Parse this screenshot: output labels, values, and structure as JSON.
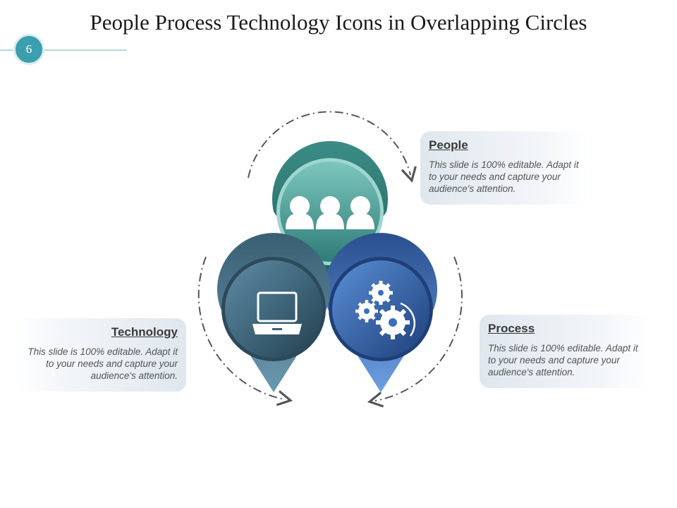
{
  "slide": {
    "title": "People Process Technology Icons in Overlapping Circles",
    "page_number": "6"
  },
  "nodes": {
    "people": {
      "title": "People",
      "text": "This slide is 100% editable. Adapt it to your needs and capture your audience's attention.",
      "icon": "people-group-icon"
    },
    "process": {
      "title": "Process",
      "text": "This slide is 100% editable. Adapt it to your needs and capture your audience's attention.",
      "icon": "gears-icon"
    },
    "technology": {
      "title": "Technology",
      "text": "This slide is 100% editable. Adapt it to your needs and capture your audience's attention.",
      "icon": "laptop-icon"
    }
  },
  "colors": {
    "people": "#5fb0a8",
    "process": "#3a6fbf",
    "technology": "#4d7890",
    "badge": "#3c9fae",
    "arrows": "#555555"
  }
}
